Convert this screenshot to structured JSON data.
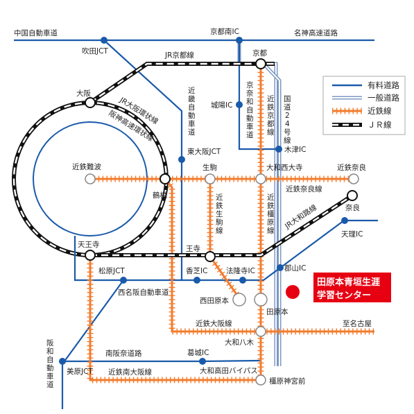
{
  "colors": {
    "expressway": "#1a5aaa",
    "general_road_outer": "#7c98c4",
    "kintetsu": "#f27c2e",
    "jr": "#111111",
    "destination": "#e60012",
    "station_fill": "#ffffff",
    "station_stroke": "#888888"
  },
  "legend": {
    "expressway": "有料道路",
    "general_road": "一般道路",
    "kintetsu": "近鉄線",
    "jr": "ＪＲ線"
  },
  "destination": {
    "line1": "田原本青垣生涯",
    "line2": "学習センター"
  },
  "expressways": {
    "chugoku": "中国自動車道",
    "meishin": "名神高速道路",
    "kinki": [
      "近",
      "畿",
      "自",
      "動",
      "車",
      "道"
    ],
    "keina": [
      "京",
      "奈",
      "和",
      "自",
      "動",
      "車",
      "道"
    ],
    "hanwa": [
      "阪",
      "和",
      "自",
      "動",
      "車",
      "道"
    ],
    "nishimeihan": "西名阪自動車道",
    "minamihannara": "南阪奈道路",
    "yamato_takada": "大和高田バイパス",
    "hanshin_loop": "阪神高速環状線"
  },
  "general_roads": {
    "route24": [
      "国",
      "道",
      "2",
      "4",
      "号",
      "線"
    ]
  },
  "interchanges": {
    "suita_jct": "吹田JCT",
    "kyoto_minami": "京都南IC",
    "joyo": "城陽IC",
    "kizu": "木津IC",
    "higashi_osaka_jct": "東大阪JCT",
    "matsubara_jct": "松原JCT",
    "kashiba": "香芝IC",
    "horyuji": "法隆寺IC",
    "koriyama": "郡山IC",
    "tenri": "天理IC",
    "katsuragi": "葛城IC",
    "mihara_jct": "美原JCT"
  },
  "jr_lines": {
    "kyoto": "JR京都線",
    "osaka_loop": "JR大阪環状線",
    "yamatoji": "JR大和路線"
  },
  "kintetsu_lines": {
    "kyoto": [
      "近",
      "鉄",
      "京",
      "都",
      "線"
    ],
    "nara": "近鉄奈良線",
    "ikoma": [
      "近",
      "鉄",
      "生",
      "駒",
      "線"
    ],
    "kashihara": [
      "近",
      "鉄",
      "橿",
      "原",
      "線"
    ],
    "osaka": "近鉄大阪線",
    "minami_osaka": "近鉄南大阪線"
  },
  "stations": {
    "kyoto": "京都",
    "osaka": "大阪",
    "kintetsu_namba": "近鉄難波",
    "tsuruhashi": "鶴橋",
    "ikoma": "生駒",
    "yamato_saidaiji": "大和西大寺",
    "kintetsu_nara": "近鉄奈良",
    "nara": "奈良",
    "tennoji": "天王寺",
    "oji": "王寺",
    "nishitawaramoto": "西田原本",
    "tawaramoto": "田原本",
    "yamato_yagi": "大和八木",
    "shimeiko": "至名古屋",
    "kashihara_jingu": "橿原神宮前"
  }
}
